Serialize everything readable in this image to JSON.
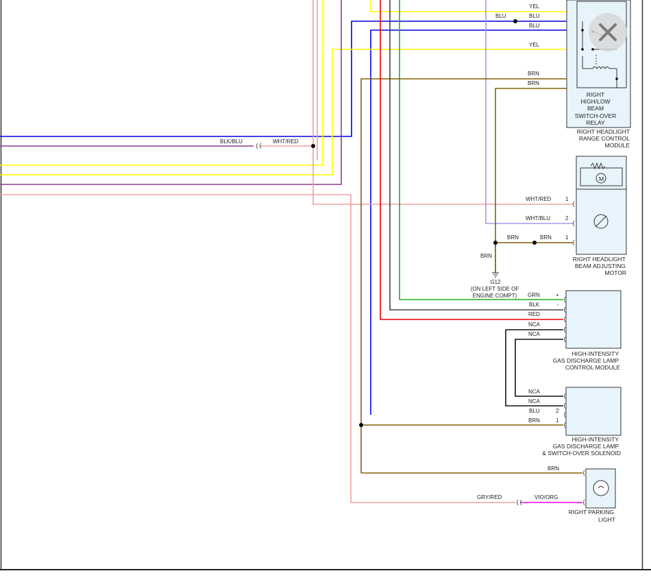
{
  "colors": {
    "YEL": "#ffff00",
    "BLU": "#0000dd",
    "BRN": "#806000",
    "GRN": "#22aa22",
    "BLK": "#444444",
    "RED": "#ee0000",
    "WHT/RED": "#f0a0a0",
    "WHT/BLU": "#a898e8",
    "VIO": "#8c3c8c",
    "GRY/RED": "#f0a0a0",
    "VIO/ORG": "#ee00ee",
    "NCA": "#111111",
    "module_fill": "#e8f4fc",
    "module_stroke": "#333333"
  },
  "wire_labels": {
    "yel_top": "YEL",
    "blu_top1": "BLU",
    "blu_top2": "BLU",
    "blu_top3": "BLU",
    "yel_mid": "YEL",
    "brn_relay1": "BRN",
    "brn_relay2": "BRN",
    "blk_blu": "BLK/BLU",
    "wht_red_left": "WHT/RED",
    "motor_wht_red": "WHT/RED",
    "motor_wht_blu": "WHT/BLU",
    "motor_brn_a": "BRN",
    "motor_brn_b": "BRN",
    "brn_ground": "BRN",
    "hid_grn": "GRN",
    "hid_blk": "BLK",
    "hid_red": "RED",
    "hid_nca1": "NCA",
    "hid_nca2": "NCA",
    "sol_nca1": "NCA",
    "sol_nca2": "NCA",
    "sol_blu": "BLU",
    "sol_brn": "BRN",
    "park_brn": "BRN",
    "park_gry_red": "GRY/RED",
    "park_vio_org": "VIO/ORG"
  },
  "pins": {
    "motor_1a": "1",
    "motor_2": "2",
    "motor_1b": "1",
    "hid_plus": "+",
    "hid_minus": "-",
    "sol_2": "2",
    "sol_1": "1"
  },
  "ground": {
    "name": "G12",
    "note_line1": "(ON LEFT SIDE OF",
    "note_line2": "ENGINE COMPT)"
  },
  "components": {
    "relay": {
      "lines": [
        "RIGHT",
        "HIGH/LOW",
        "BEAM",
        "SWITCH-OVER",
        "RELAY"
      ]
    },
    "range_module": {
      "lines": [
        "RIGHT HEADLIGHT",
        "RANGE CONTROL",
        "MODULE"
      ]
    },
    "motor": {
      "lines": [
        "RIGHT HEADLIGHT",
        "BEAM ADJUSTING",
        "MOTOR"
      ],
      "symbol": "M"
    },
    "hid_control": {
      "lines": [
        "HIGH-INTENSITY",
        "GAS DISCHARGE LAMP",
        "CONTROL MODULE"
      ]
    },
    "hid_solenoid": {
      "lines": [
        "HIGH-INTENSITY",
        "GAS DISCHARGE LAMP",
        "& SWITCH-OVER SOLENOID"
      ]
    },
    "parking": {
      "lines": [
        "RIGHT PARKING",
        "LIGHT"
      ]
    }
  },
  "close_button": {
    "icon": "close-icon"
  }
}
